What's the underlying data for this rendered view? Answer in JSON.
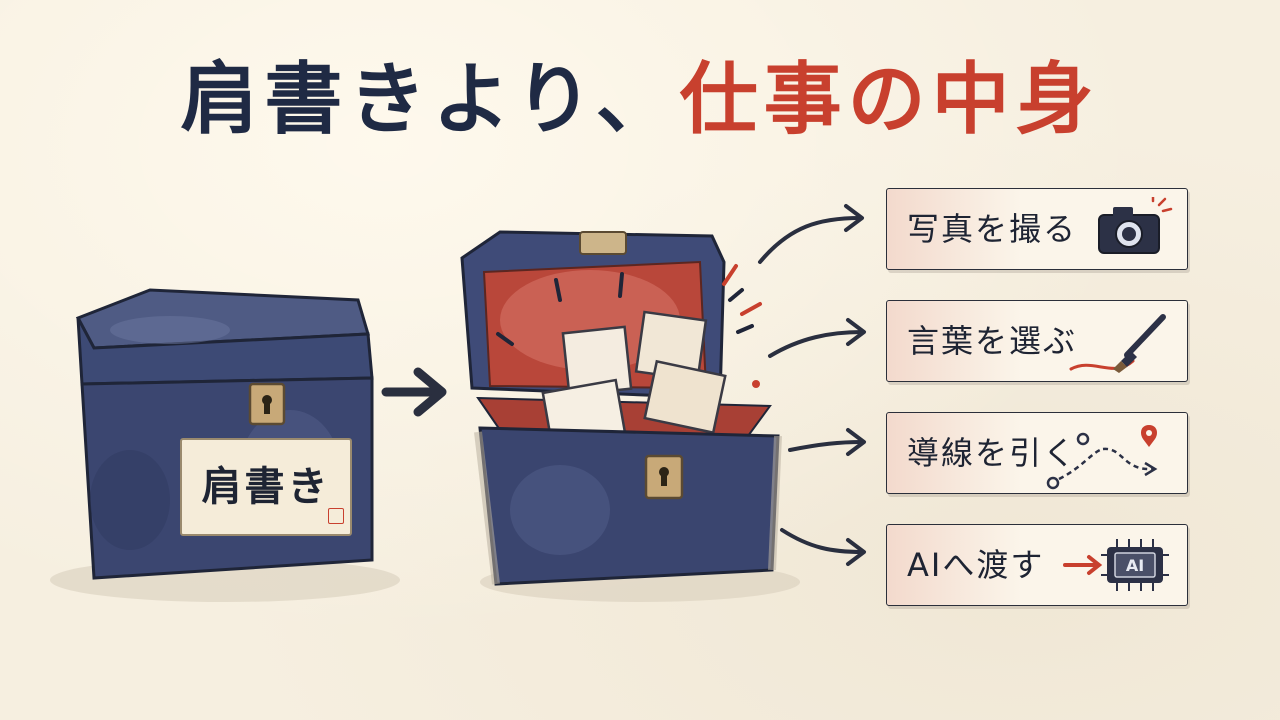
{
  "title": {
    "part1": "肩書きより、",
    "part2": "仕事の中身"
  },
  "left_box": {
    "label": "肩書き"
  },
  "cards": [
    {
      "label": "写真を撮る",
      "icon": "camera-icon"
    },
    {
      "label": "言葉を選ぶ",
      "icon": "brush-icon"
    },
    {
      "label": "導線を引く",
      "icon": "route-icon"
    },
    {
      "label": "AIへ渡す",
      "icon": "ai-chip-icon",
      "chip_text": "AI"
    }
  ],
  "colors": {
    "ink_navy": "#1f2a44",
    "accent_red": "#c8402e",
    "paper": "#f6efe0",
    "box_navy": "#3b4670"
  }
}
